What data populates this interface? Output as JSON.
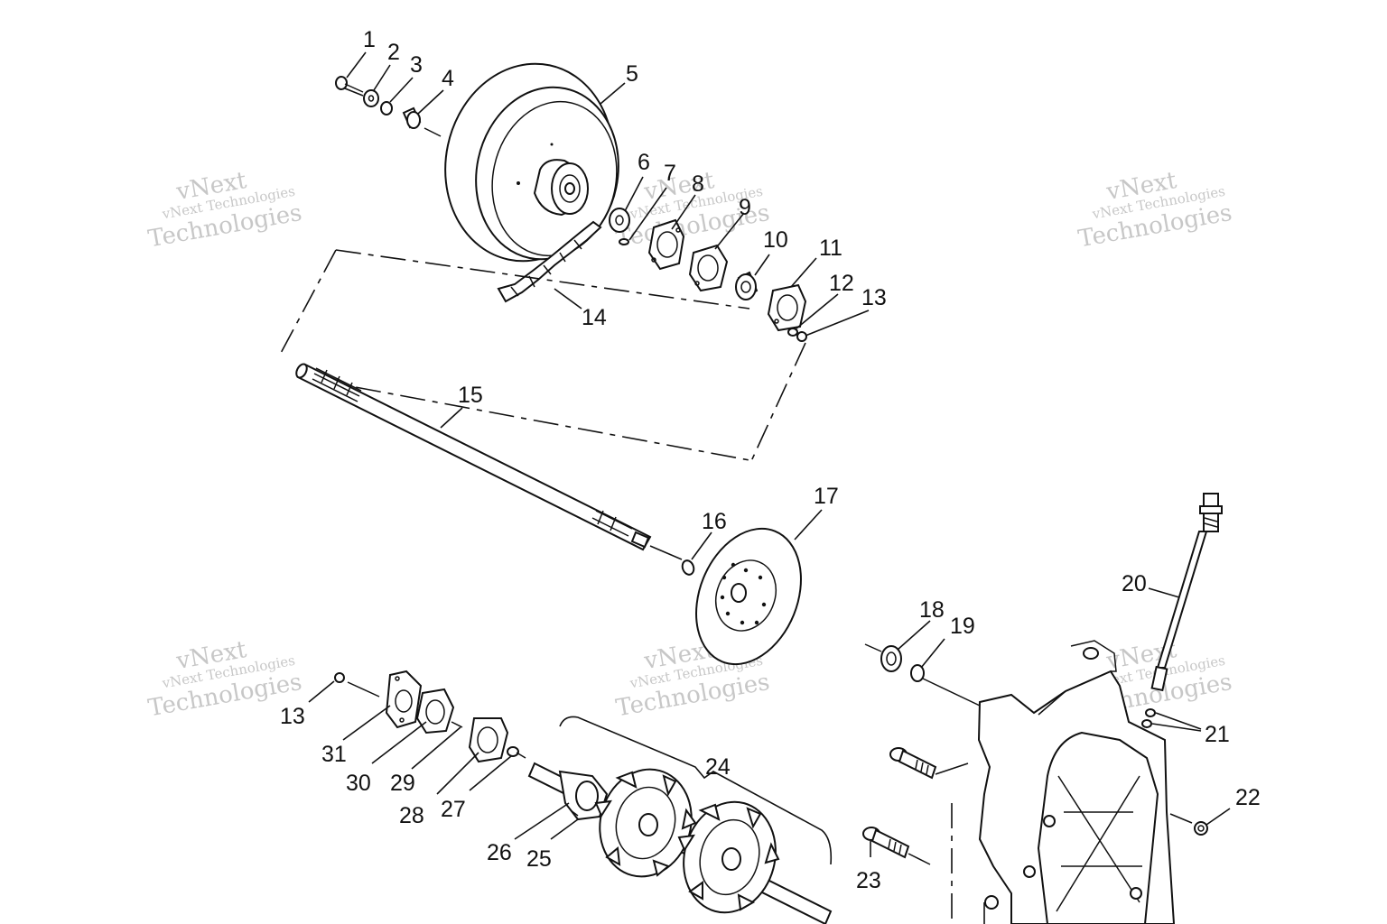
{
  "watermark": {
    "line1": "vNext",
    "line2": "vNext Technologies",
    "line3": "Technologies"
  },
  "callouts": [
    {
      "id": "c1",
      "text": "1"
    },
    {
      "id": "c2",
      "text": "2"
    },
    {
      "id": "c3",
      "text": "3"
    },
    {
      "id": "c4",
      "text": "4"
    },
    {
      "id": "c5",
      "text": "5"
    },
    {
      "id": "c6",
      "text": "6"
    },
    {
      "id": "c7",
      "text": "7"
    },
    {
      "id": "c8",
      "text": "8"
    },
    {
      "id": "c9",
      "text": "9"
    },
    {
      "id": "c10",
      "text": "10"
    },
    {
      "id": "c11",
      "text": "11"
    },
    {
      "id": "c12",
      "text": "12"
    },
    {
      "id": "c13a",
      "text": "13"
    },
    {
      "id": "c14",
      "text": "14"
    },
    {
      "id": "c15",
      "text": "15"
    },
    {
      "id": "c16",
      "text": "16"
    },
    {
      "id": "c17",
      "text": "17"
    },
    {
      "id": "c18",
      "text": "18"
    },
    {
      "id": "c19",
      "text": "19"
    },
    {
      "id": "c20",
      "text": "20"
    },
    {
      "id": "c21",
      "text": "21"
    },
    {
      "id": "c22",
      "text": "22"
    },
    {
      "id": "c13b",
      "text": "13"
    },
    {
      "id": "c31",
      "text": "31"
    },
    {
      "id": "c30",
      "text": "30"
    },
    {
      "id": "c29",
      "text": "29"
    },
    {
      "id": "c28",
      "text": "28"
    },
    {
      "id": "c27",
      "text": "27"
    },
    {
      "id": "c26",
      "text": "26"
    },
    {
      "id": "c25",
      "text": "25"
    },
    {
      "id": "c24",
      "text": "24"
    },
    {
      "id": "c23",
      "text": "23"
    }
  ]
}
